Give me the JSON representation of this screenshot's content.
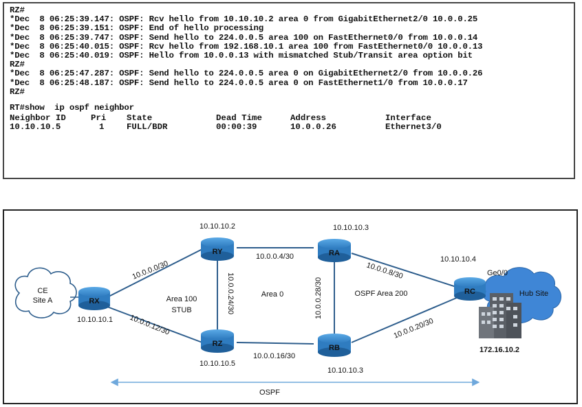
{
  "console": {
    "lines": [
      "RZ#",
      "*Dec  8 06:25:39.147: OSPF: Rcv hello from 10.10.10.2 area 0 from GigabitEthernet2/0 10.0.0.25",
      "*Dec  8 06:25:39.151: OSPF: End of hello processing",
      "*Dec  8 06:25:39.747: OSPF: Send hello to 224.0.0.5 area 100 on FastEthernet0/0 from 10.0.0.14",
      "*Dec  8 06:25:40.015: OSPF: Rcv hello from 192.168.10.1 area 100 from FastEthernet0/0 10.0.0.13",
      "*Dec  8 06:25:40.019: OSPF: Hello from 10.0.0.13 with mismatched Stub/Transit area option bit",
      "RZ#",
      "*Dec  8 06:25:47.287: OSPF: Send hello to 224.0.0.5 area 0 on GigabitEthernet2/0 from 10.0.0.26",
      "*Dec  8 06:25:48.187: OSPF: Send hello to 224.0.0.5 area 0 on FastEthernet1/0 from 10.0.0.17",
      "RZ#"
    ],
    "command": "RT#show  ip ospf neighbor",
    "neighbor_table": {
      "headers": [
        "Neighbor ID",
        "Pri",
        "State",
        "Dead Time",
        "Address",
        "Interface"
      ],
      "rows": [
        [
          "10.10.10.5",
          "1",
          "FULL/BDR",
          "00:00:39",
          "10.0.0.26",
          "Ethernet3/0"
        ]
      ]
    }
  },
  "diagram": {
    "routers": {
      "rx": {
        "name": "RX",
        "id": "10.10.10.1"
      },
      "ry": {
        "name": "RY",
        "id": "10.10.10.2"
      },
      "rz": {
        "name": "RZ",
        "id": "10.10.10.5"
      },
      "ra": {
        "name": "RA",
        "id": "10.10.10.3"
      },
      "rb": {
        "name": "RB",
        "id": "10.10.10.3"
      },
      "rc": {
        "name": "RC",
        "id": "10.10.10.4"
      }
    },
    "links": {
      "rx_ry": "10.0.0.0/30",
      "rx_rz": "10.0.0.12/30",
      "ry_rz": "10.0.0.24/30",
      "ry_ra": "10.0.0.4/30",
      "rz_rb": "10.0.0.16/30",
      "ra_rb": "10.0.0.28/30",
      "ra_rc": "10.0.0.8/30",
      "rb_rc": "10.0.0.20/30"
    },
    "areas": {
      "area100_line1": "Area 100",
      "area100_line2": "STUB",
      "area0": "Area 0",
      "area200": "OSPF Area 200"
    },
    "ce_cloud": {
      "line1": "CE",
      "line2": "Site A"
    },
    "hub": {
      "label": "Hub Site",
      "interface": "Ge0/0",
      "address": "172.16.10.2"
    },
    "ospf_label": "OSPF",
    "colors": {
      "router": "#3a8fd4",
      "router_dark": "#1f5f9a",
      "hub_cloud": "#3f86d6",
      "link": "#2d5d8c",
      "arrow": "#6fa8dc"
    }
  }
}
